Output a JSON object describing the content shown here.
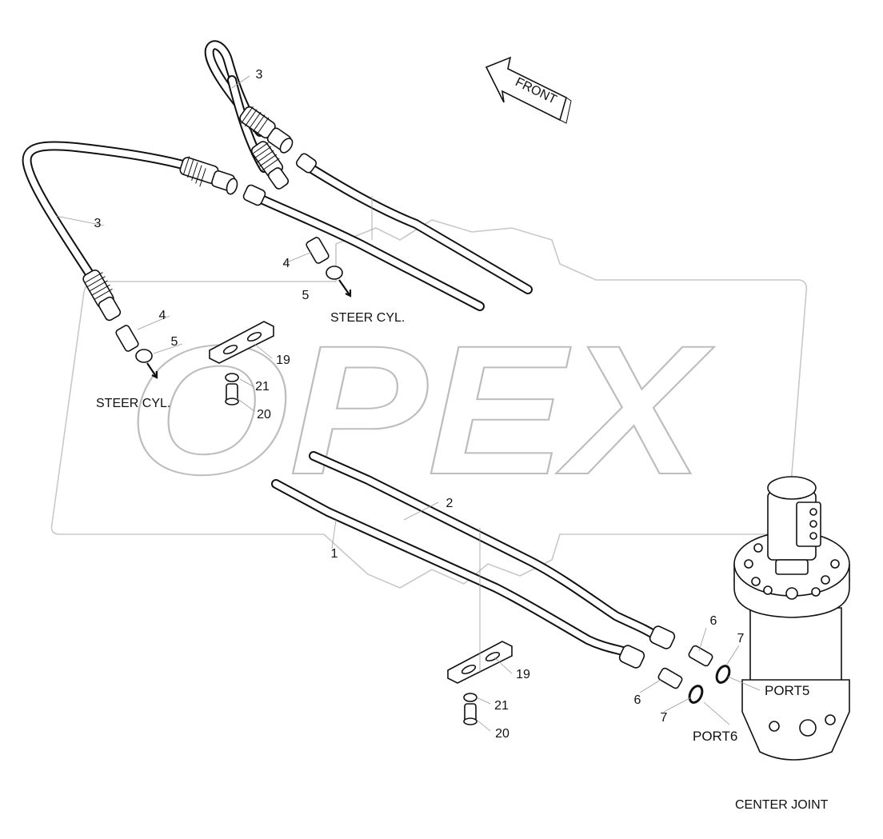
{
  "watermark": {
    "text": "OPEX"
  },
  "direction": {
    "label": "FRONT"
  },
  "callouts": {
    "c3_top": "3",
    "c3_left": "3",
    "c4_mid": "4",
    "c5_mid": "5",
    "c4_left": "4",
    "c5_left": "5",
    "c19_top": "19",
    "c21_top": "21",
    "c20_top": "20",
    "c2": "2",
    "c1": "1",
    "c6_upper": "6",
    "c7_upper": "7",
    "c6_lower": "6",
    "c7_lower": "7",
    "c19_bot": "19",
    "c21_bot": "21",
    "c20_bot": "20"
  },
  "notes": {
    "steer_cyl_right": "STEER CYL.",
    "steer_cyl_left": "STEER CYL.",
    "port5": "PORT5",
    "port6": "PORT6",
    "center_joint": "CENTER JOINT"
  }
}
